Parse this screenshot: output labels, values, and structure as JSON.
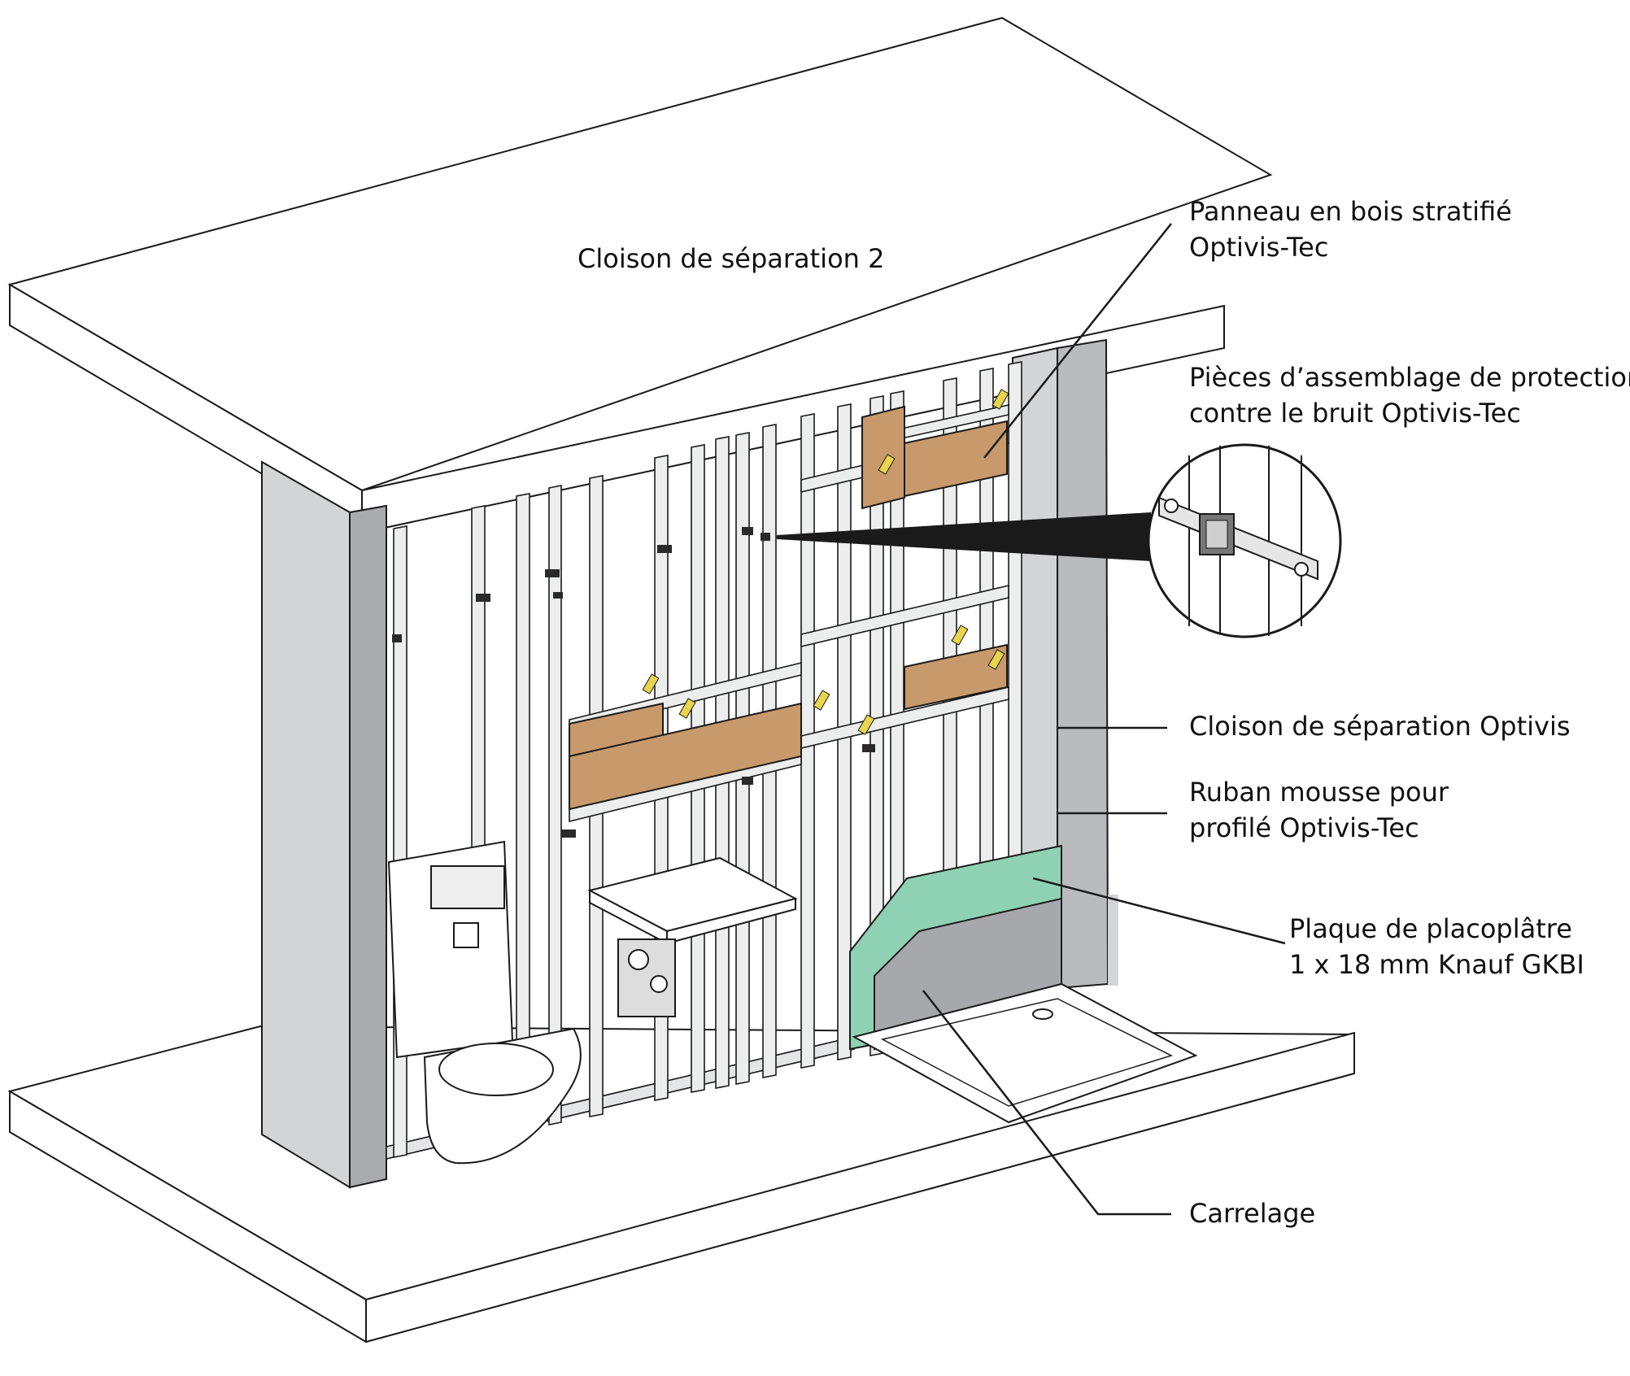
{
  "title": "Cloison de séparation 2",
  "labels": {
    "panel": [
      "Panneau en bois stratifié",
      "Optivis-Tec"
    ],
    "connectors": [
      "Pièces d’assemblage de protection",
      "contre le bruit Optivis-Tec"
    ],
    "partition": [
      "Cloison de séparation Optivis"
    ],
    "foam_tape": [
      "Ruban mousse pour",
      "profilé Optivis-Tec"
    ],
    "plasterboard": [
      "Plaque de placoplâtre",
      "1 x 18 mm Knauf GKBI"
    ],
    "tiles": [
      "Carrelage"
    ]
  },
  "colors": {
    "wood_panel": "#c8996a",
    "plasterboard": "#8fd1b4",
    "concrete": "#d3d4d6",
    "tile_grey": "#a6a8ab",
    "line": "#1a1a1a"
  }
}
